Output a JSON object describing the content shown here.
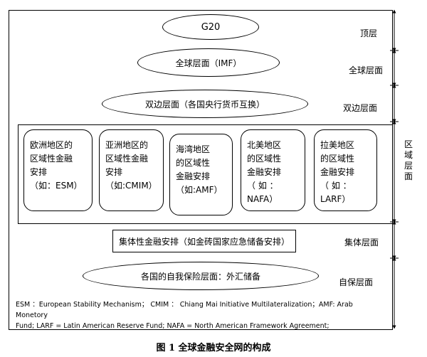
{
  "levels": {
    "top": {
      "shape_text": "G20",
      "label": "顶层"
    },
    "global": {
      "shape_text": "全球层面（IMF）",
      "label": "全球层面"
    },
    "bilateral": {
      "shape_text": "双边层面（各国央行货币互换）",
      "label": "双边层面"
    },
    "regional": {
      "label": "区域层面",
      "cards": [
        {
          "text": "欧洲地区的\n区域性金融\n安排\n（如：ESM）"
        },
        {
          "text": "亚洲地区的\n区域性金融\n安排\n（如:CMIM）"
        },
        {
          "text": "海湾地区\n的区域性\n金融安排\n（如:AMF）"
        },
        {
          "text": "北美地区\n的区域性\n金融安排\n（ 如 ：\nNAFA）"
        },
        {
          "text": "拉美地区\n的区域性\n金融安排\n（ 如 ：\nLARF）"
        }
      ]
    },
    "collective": {
      "shape_text": "集体性金融安排（如金砖国家应急储备安排）",
      "label": "集体层面"
    },
    "self": {
      "shape_text": "各国的自我保险层面：外汇储备",
      "label": "自保层面"
    }
  },
  "legend": {
    "line1": "ESM ：European Stability Mechanism； CMIM ： Chiang Mai Initiative Multilateralization；AMF: Arab Monetory",
    "line2": "Fund; LARF = Latin American Reserve Fund; NAFA = North American Framework Agreement;"
  },
  "caption": "图 1   全球金融安全网的构成"
}
